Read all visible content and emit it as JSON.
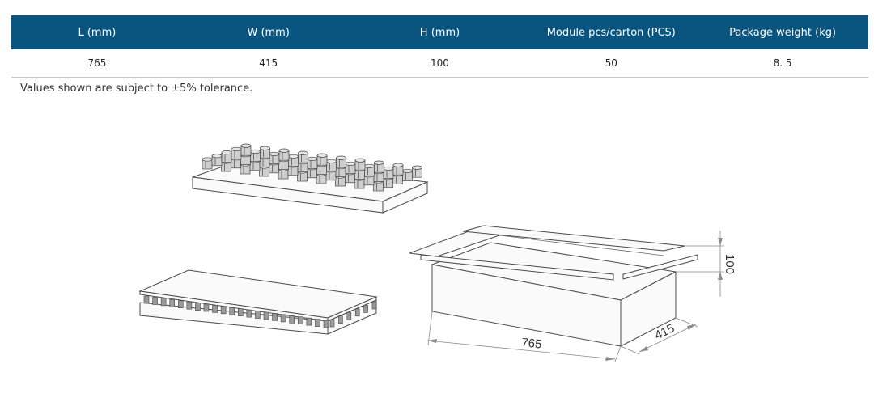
{
  "table": {
    "headers": [
      "L (mm)",
      "W (mm)",
      "H (mm)",
      "Module pcs/carton (PCS)",
      "Package weight (kg)"
    ],
    "row": [
      "765",
      "415",
      "100",
      "50",
      "8. 5"
    ]
  },
  "note": "Values shown are subject to  ±5% tolerance.",
  "drawing": {
    "dim_length": "765",
    "dim_width": "415",
    "dim_height": "100"
  }
}
